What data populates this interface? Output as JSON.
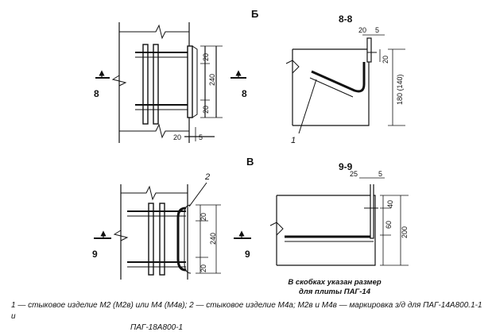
{
  "views": {
    "b": {
      "title": "Б",
      "section": "8-8",
      "dims": [
        "20",
        "240",
        "20",
        "20",
        "5",
        "20",
        "5",
        "20",
        "180 (140)"
      ],
      "marker": "8",
      "leader": "1"
    },
    "v": {
      "title": "В",
      "section": "9-9",
      "dims": [
        "20",
        "240",
        "20",
        "25",
        "5",
        "40",
        "60",
        "200"
      ],
      "marker": "9",
      "leader": "2"
    }
  },
  "note": {
    "line1": "В скобках указан размер",
    "line2": "для плиты ПАГ-14"
  },
  "caption": {
    "line1": "1 — стыковое изделие М2 (М2в) или М4 (М4в); 2 — стыковое изделие М4а; М2в и М4в — маркировка з/д для ПАГ-14А800.1-1 и",
    "line2": "ПАГ-18А800-1"
  }
}
